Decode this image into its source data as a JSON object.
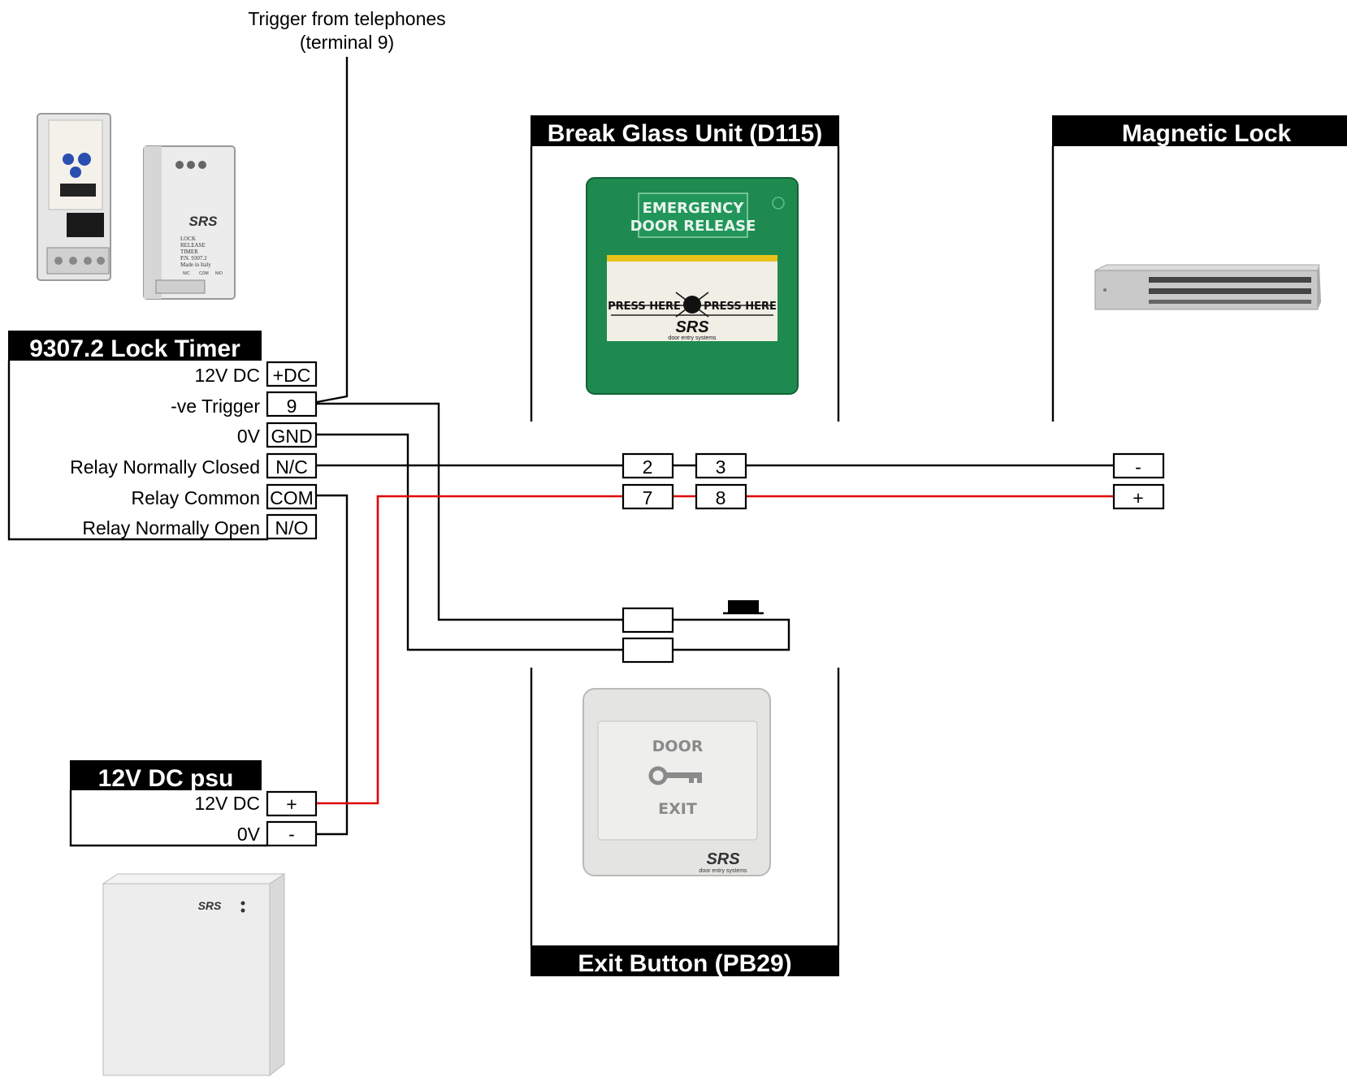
{
  "trigger_note": {
    "line1": "Trigger from telephones",
    "line2": "(terminal 9)"
  },
  "lock_timer": {
    "title": "9307.2 Lock Timer",
    "rows": [
      {
        "label": "12V DC",
        "terminal": "+DC"
      },
      {
        "label": "-ve Trigger",
        "terminal": "9"
      },
      {
        "label": "0V",
        "terminal": "GND"
      },
      {
        "label": "Relay Normally Closed",
        "terminal": "N/C"
      },
      {
        "label": "Relay Common",
        "terminal": "COM"
      },
      {
        "label": "Relay Normally Open",
        "terminal": "N/O"
      }
    ],
    "device_text": {
      "brand": "SRS",
      "model_lines": [
        "LOCK",
        "RELEASE",
        "TIMER",
        "P.N. 9307.2",
        "Made in Italy"
      ],
      "terminal_marks": [
        "N/C",
        "COM",
        "N/O"
      ]
    }
  },
  "psu": {
    "title": "12V DC psu",
    "rows": [
      {
        "label": "12V DC",
        "terminal": "+"
      },
      {
        "label": "0V",
        "terminal": "-"
      }
    ],
    "device_text": {
      "brand": "SRS"
    }
  },
  "break_glass": {
    "title": "Break Glass Unit (D115)",
    "terminals": [
      "2",
      "3",
      "7",
      "8"
    ],
    "device_text": {
      "line1": "EMERGENCY",
      "line2": "DOOR RELEASE",
      "press_left": "PRESS HERE",
      "press_right": "PRESS HERE",
      "brand": "SRS",
      "tagline": "door entry systems"
    }
  },
  "magnetic_lock": {
    "title": "Magnetic Lock",
    "terminals": [
      "-",
      "+"
    ]
  },
  "exit_button": {
    "title": "Exit Button (PB29)",
    "terminals": [
      "",
      ""
    ],
    "device_text": {
      "top": "DOOR",
      "bottom": "EXIT",
      "brand": "SRS",
      "tagline": "door entry systems"
    }
  },
  "colors": {
    "wire": "#000000",
    "positive_wire": "#e00000",
    "title_bar": "#000000",
    "break_glass_green": "#1e8a4f"
  }
}
